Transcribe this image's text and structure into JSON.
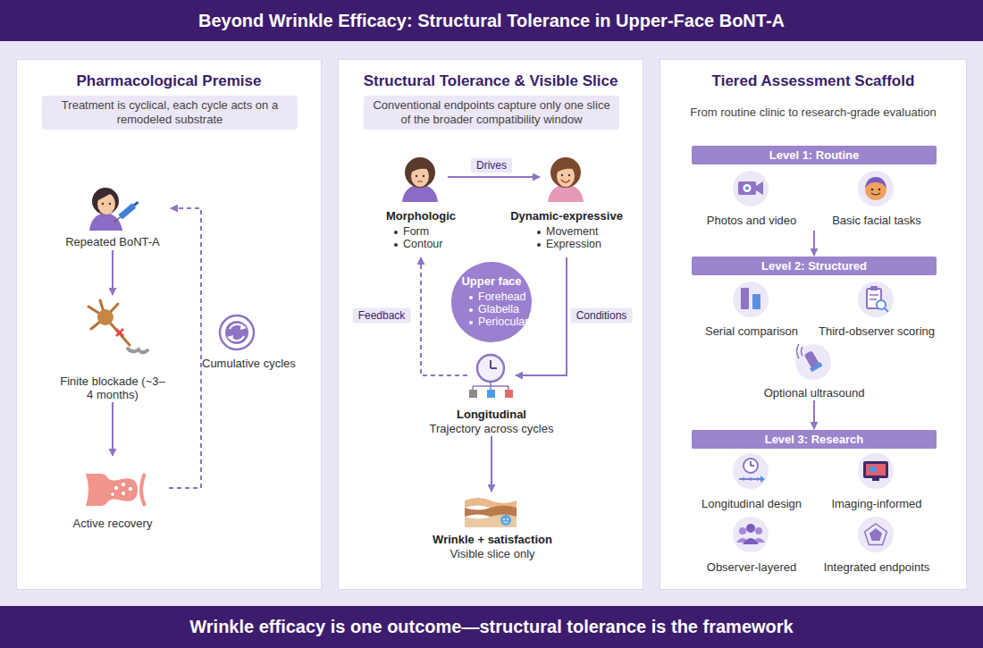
{
  "diagram": {
    "title": "Beyond Wrinkle Efficacy: Structural Tolerance in Upper-Face BoNT-A",
    "caption": "Wrinkle efficacy is one outcome—structural tolerance is the framework",
    "nodes": [
      {
        "text": [
          "Pharmacological Premise"
        ]
      },
      {
        "text": [
          "Treatment is cyclical, each cycle acts on a remodeled substrate"
        ],
        "in": 0
      },
      {
        "text": [
          "Repeated BoNT-A"
        ],
        "in": 0
      },
      {
        "text": [
          "Finite blockade (~3–4 months)"
        ],
        "in": 0
      },
      {
        "text": [
          "Active recovery"
        ],
        "in": 0
      },
      {
        "text": [
          "Cumulative cycles"
        ],
        "in": 0
      },
      {
        "text": [
          "Structural Tolerance & Visible Slice"
        ]
      },
      {
        "text": [
          "Conventional endpoints capture only one slice of the broader compatibility window"
        ],
        "in": 6
      },
      {
        "text": [
          "Morphologic",
          "Form",
          "Contour"
        ],
        "in": 6
      },
      {
        "text": [
          "Dynamic-expressive",
          "Movement",
          "Expression"
        ],
        "in": 6
      },
      {
        "text": [
          "Upper face",
          "Forehead",
          "Glabella",
          "Periocular"
        ],
        "in": 6
      },
      {
        "text": [
          "Longitudinal",
          "Trajectory across cycles"
        ],
        "in": 6
      },
      {
        "text": [
          "Wrinkle + satisfaction",
          "Visible slice only"
        ],
        "in": 6
      },
      {
        "text": [
          "Tiered Assessment Scaffold",
          "From routine clinic to research-grade evaluation"
        ]
      },
      {
        "text": [
          "Level 1: Routine"
        ],
        "in": 13
      },
      {
        "text": [
          "Photos and video"
        ],
        "in": 14
      },
      {
        "text": [
          "Basic facial tasks"
        ],
        "in": 14
      },
      {
        "text": [
          "Level 2: Structured"
        ],
        "in": 13
      },
      {
        "text": [
          "Serial comparison"
        ],
        "in": 17
      },
      {
        "text": [
          "Third-observer scoring"
        ],
        "in": 17
      },
      {
        "text": [
          "Optional ultrasound"
        ],
        "in": 17
      },
      {
        "text": [
          "Level 3: Research"
        ],
        "in": 13
      },
      {
        "text": [
          "Longitudinal design"
        ],
        "in": 21
      },
      {
        "text": [
          "Imaging-informed"
        ],
        "in": 21
      },
      {
        "text": [
          "Observer-layered"
        ],
        "in": 21
      },
      {
        "text": [
          "Integrated endpoints"
        ],
        "in": 21
      }
    ],
    "edges": [
      {
        "from": 2,
        "to": 3,
        "arrow": "to"
      },
      {
        "from": 3,
        "to": 4,
        "arrow": "to"
      },
      {
        "from": 4,
        "to": 2,
        "arrow": "to"
      },
      {
        "from": 8,
        "to": 9,
        "label": "Drives",
        "arrow": "to"
      },
      {
        "from": 9,
        "to": 11,
        "label": "Conditions",
        "arrow": "to"
      },
      {
        "from": 11,
        "to": 8,
        "label": "Feedback",
        "arrow": "to"
      },
      {
        "from": 11,
        "to": 12,
        "arrow": "to"
      },
      {
        "from": 14,
        "to": 17,
        "arrow": "to"
      },
      {
        "from": 17,
        "to": 21,
        "arrow": "to"
      }
    ]
  }
}
